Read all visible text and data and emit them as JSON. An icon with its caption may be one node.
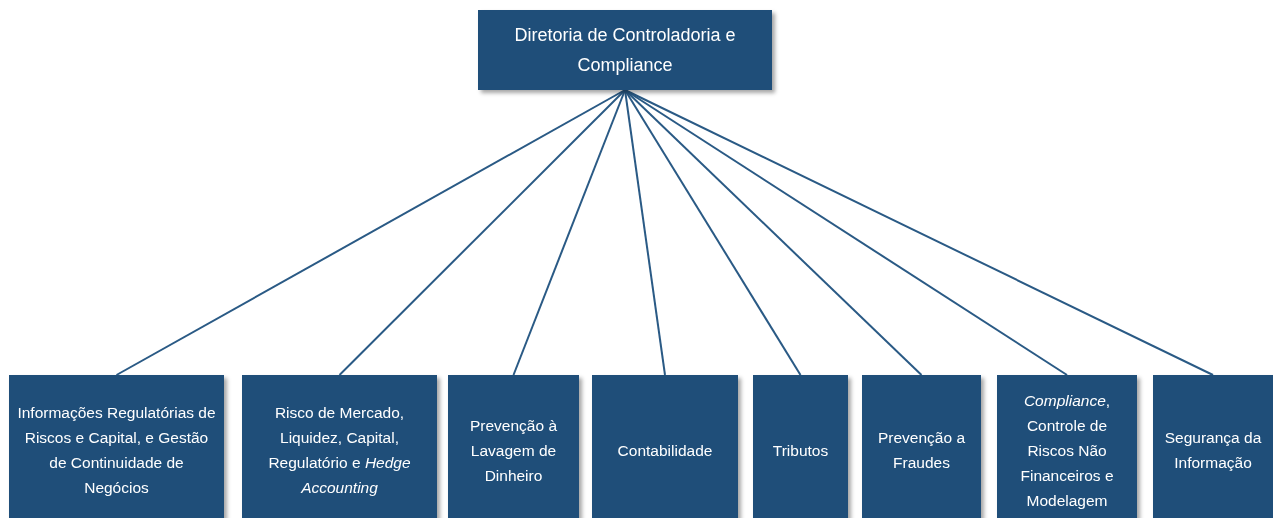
{
  "diagram": {
    "nodes": [
      {
        "text": [
          "Diretoria de Controladoria e Compliance"
        ]
      },
      {
        "text": [
          "Informações Regulatórias de Riscos e Capital, e Gestão de Continuidade de Negócios"
        ]
      },
      {
        "text": [
          "Risco de Mercado, Liquidez, Capital, Regulatório e *Hedge Accounting*"
        ]
      },
      {
        "text": [
          "Prevenção à Lavagem de Dinheiro"
        ]
      },
      {
        "text": [
          "Contabilidade"
        ]
      },
      {
        "text": [
          "Tributos"
        ]
      },
      {
        "text": [
          "Prevenção a Fraudes"
        ]
      },
      {
        "text": [
          "*Compliance*, Controle de Riscos Não Financeiros e Modelagem"
        ]
      },
      {
        "text": [
          "Segurança da Informação"
        ]
      }
    ],
    "edges": [
      {
        "from": 0,
        "to": 1,
        "arrow": "none"
      },
      {
        "from": 0,
        "to": 2,
        "arrow": "none"
      },
      {
        "from": 0,
        "to": 3,
        "arrow": "none"
      },
      {
        "from": 0,
        "to": 4,
        "arrow": "none"
      },
      {
        "from": 0,
        "to": 5,
        "arrow": "none"
      },
      {
        "from": 0,
        "to": 6,
        "arrow": "none"
      },
      {
        "from": 0,
        "to": 7,
        "arrow": "none"
      },
      {
        "from": 0,
        "to": 8,
        "arrow": "none"
      }
    ]
  }
}
